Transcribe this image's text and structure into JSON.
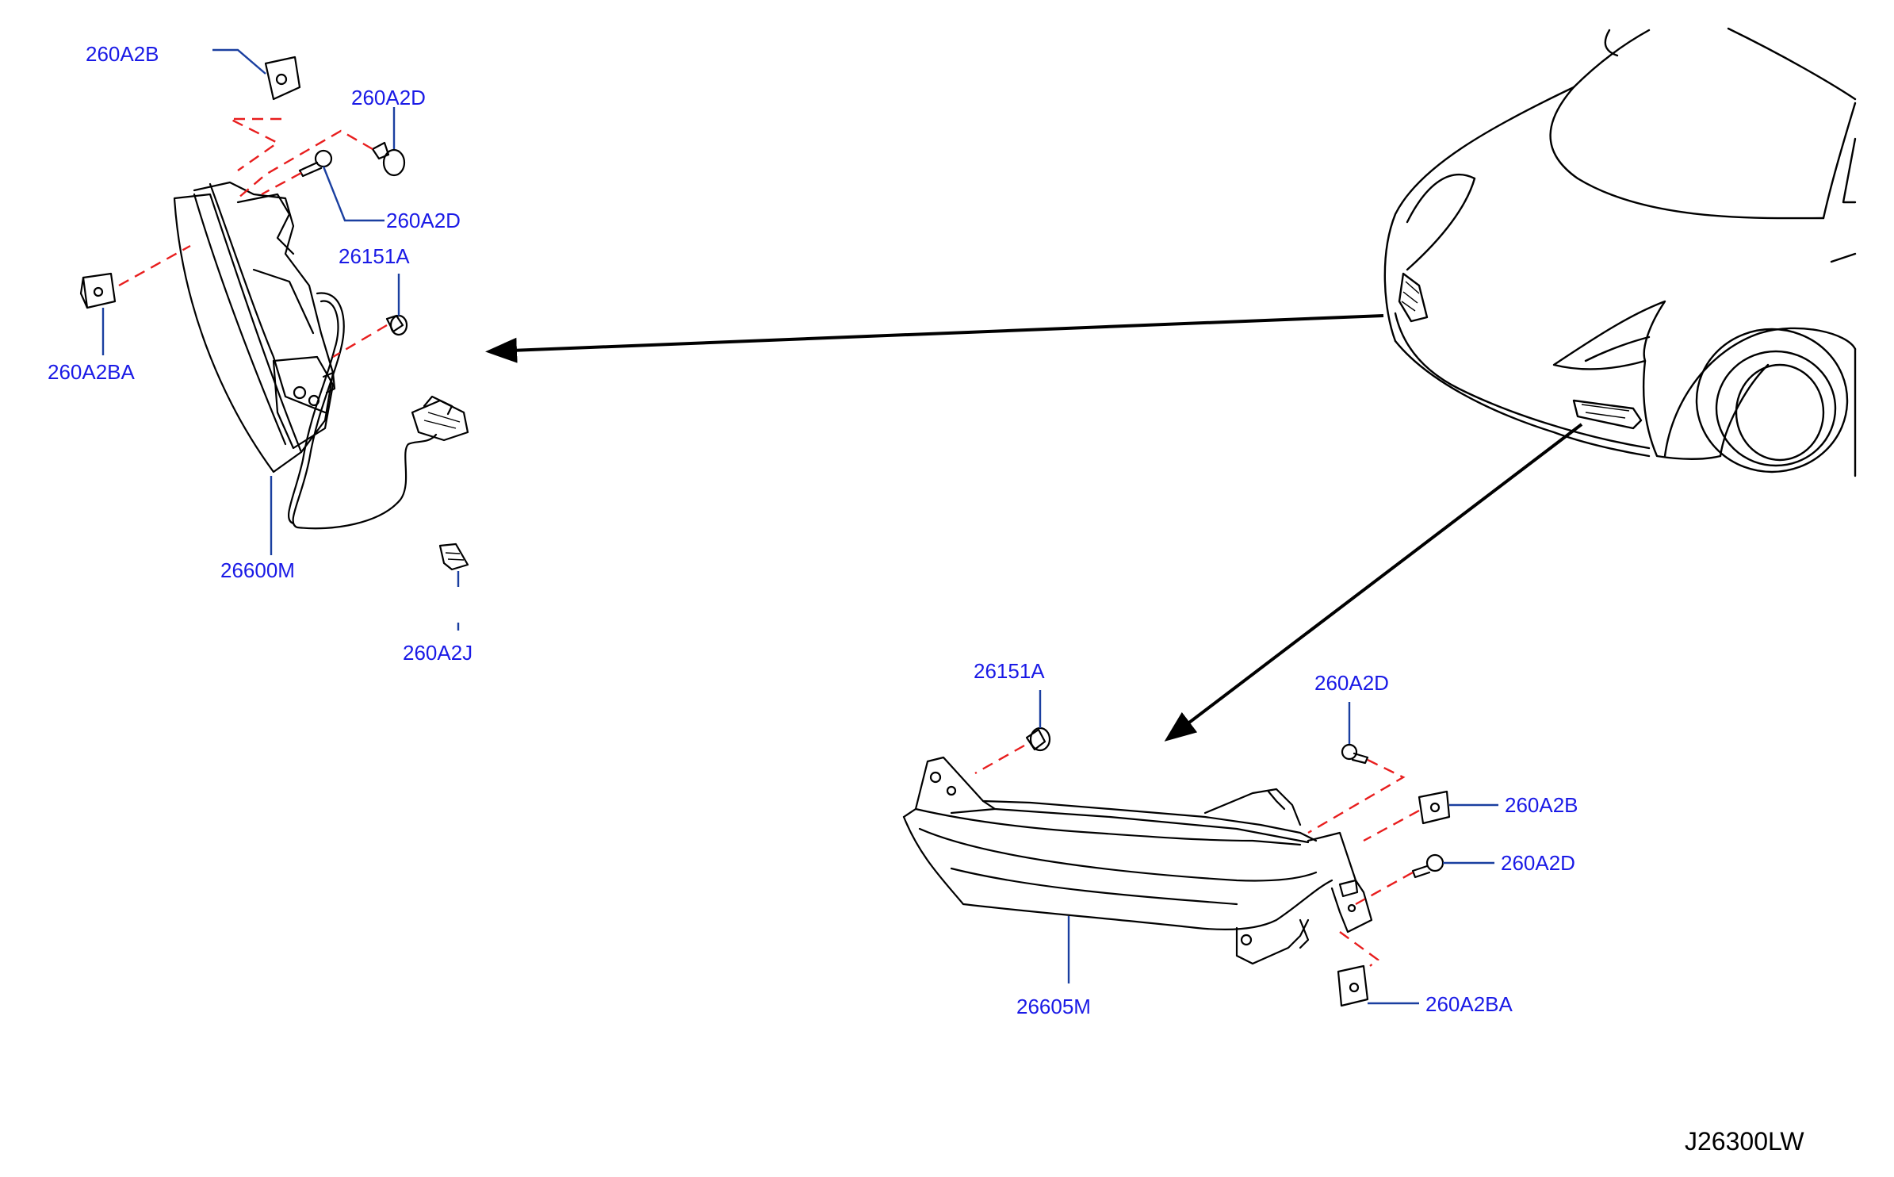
{
  "labels": {
    "upper_clip_b": "260A2B",
    "upper_clip_d_top": "260A2D",
    "upper_clip_d_mid": "260A2D",
    "upper_screw": "26151A",
    "upper_clip_ba": "260A2BA",
    "upper_lamp": "26600M",
    "upper_clip_j": "260A2J",
    "lower_screw": "26151A",
    "lower_clip_d_top": "260A2D",
    "lower_clip_b": "260A2B",
    "lower_clip_d_mid": "260A2D",
    "lower_clip_ba": "260A2BA",
    "lower_lamp": "26605M"
  },
  "diagram_code": "J26300LW",
  "colors": {
    "label": "#1a1ae6",
    "leader": "#1a3fa0",
    "dashed_guide": "#e81e1e",
    "outline": "#000000"
  }
}
